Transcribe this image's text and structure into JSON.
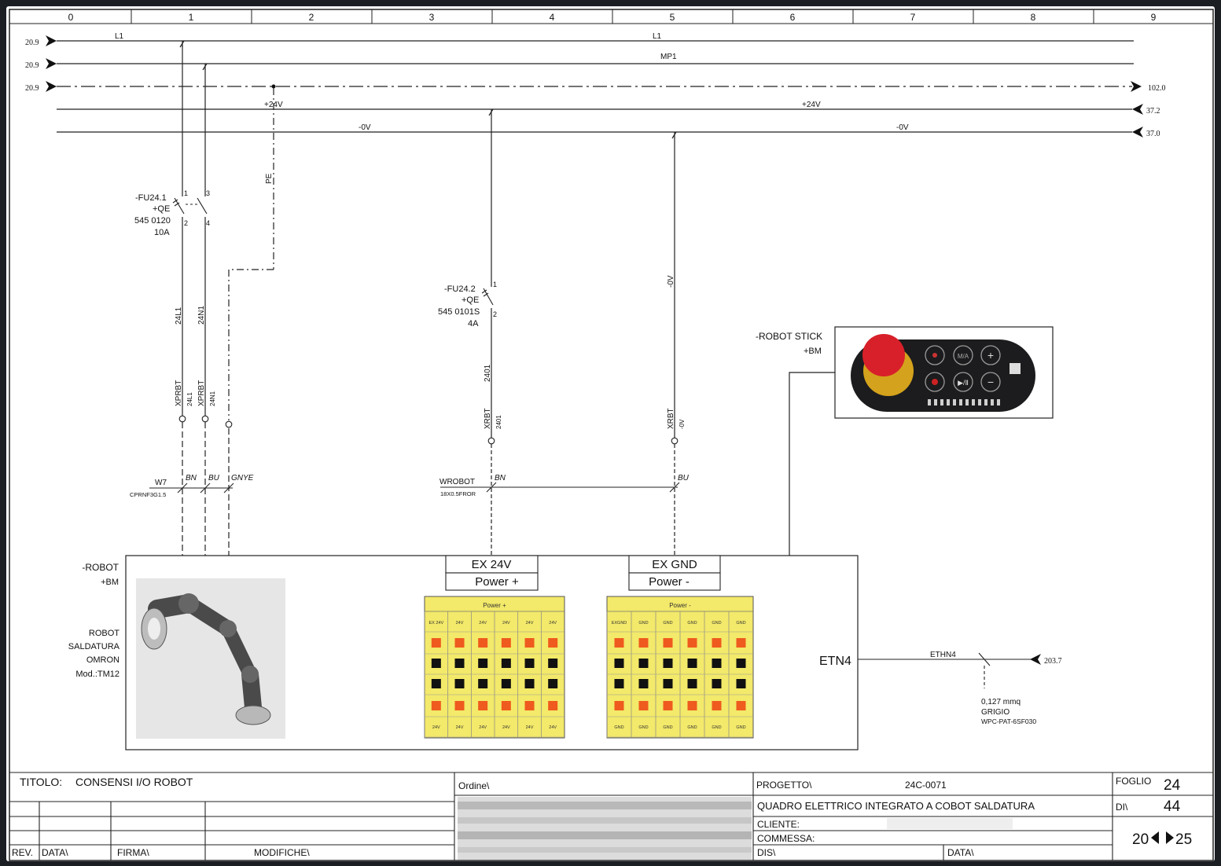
{
  "grid": {
    "columns": [
      "0",
      "1",
      "2",
      "3",
      "4",
      "5",
      "6",
      "7",
      "8",
      "9"
    ]
  },
  "busbars": {
    "left_refs": [
      "20.9",
      "20.9",
      "20.9"
    ],
    "right_refs": [
      "102.0",
      "37.2",
      "37.0"
    ],
    "l1_left": "L1",
    "l1_center": "L1",
    "mp1": "MP1",
    "p24_left": "+24V",
    "p24_right": "+24V",
    "gnd_left": "-0V",
    "gnd_right": "-0V",
    "pe": "PE"
  },
  "fu241": {
    "tag": "-FU24.1",
    "loc": "+QE",
    "code": "545 0120",
    "rating": "10A",
    "p1": "1",
    "p2": "2",
    "p3": "3",
    "p4": "4"
  },
  "fu242": {
    "tag": "-FU24.2",
    "loc": "+QE",
    "code": "545 0101S",
    "rating": "4A",
    "p1": "1",
    "p2": "2"
  },
  "wires": {
    "w_24l1": "24L1",
    "w_24n1": "24N1",
    "w_2401": "2401",
    "w_0v": "-0V"
  },
  "terminals": {
    "t1_name": "XPRBT",
    "t1_wire": "24L1",
    "t2_name": "XPRBT",
    "t2_wire": "24N1",
    "t3_name": "XRBT",
    "t3_wire": "2401",
    "t4_name": "XRBT",
    "t4_wire": "-0V"
  },
  "cables": {
    "w7": "W7",
    "w7_type": "CPRNF3G1.5",
    "bn": "BN",
    "bu": "BU",
    "gnye": "GNYE",
    "wrobot": "WROBOT",
    "wrobot_type": "18X0.5FROR",
    "bn2": "BN",
    "bu2": "BU"
  },
  "robot_stick": {
    "tag": "-ROBOT STICK",
    "loc": "+BM"
  },
  "robot": {
    "tag": "-ROBOT",
    "loc": "+BM",
    "desc1": "ROBOT",
    "desc2": "SALDATURA",
    "desc3": "OMRON",
    "model": "Mod.:TM12"
  },
  "ex24v": {
    "label": "EX 24V",
    "sub": "Power +",
    "panel_title": "Power +",
    "top_labels": [
      "EX 24V",
      "24V",
      "24V",
      "24V",
      "24V",
      "24V"
    ],
    "bottom_labels": [
      "24V",
      "24V",
      "24V",
      "24V",
      "24V",
      "24V"
    ]
  },
  "exgnd": {
    "label": "EX GND",
    "sub": "Power -",
    "panel_title": "Power -",
    "top_labels": [
      "EXGND",
      "GND",
      "GND",
      "GND",
      "GND",
      "GND"
    ],
    "bottom_labels": [
      "GND",
      "GND",
      "GND",
      "GND",
      "GND",
      "GND"
    ]
  },
  "etn": {
    "port": "ETN4",
    "cable": "ETHN4",
    "ref": "203.7",
    "section": "0,127 mmq",
    "color": "GRIGIO",
    "code": "WPC-PAT-6SF030"
  },
  "title_block": {
    "titolo_label": "TITOLO:",
    "titolo": "CONSENSI I/O ROBOT",
    "ordine": "Ordine\\",
    "progetto_label": "PROGETTO\\",
    "progetto": "24C-0071",
    "descr": "QUADRO ELETTRICO INTEGRATO A COBOT SALDATURA",
    "cliente": "CLIENTE:",
    "commessa": "COMMESSA:",
    "dis": "DIS\\",
    "data2": "DATA\\",
    "foglio_label": "FOGLIO",
    "foglio": "24",
    "di_label": "DI\\",
    "di": "44",
    "year_a": "20",
    "year_b": "25",
    "rev": "REV.",
    "data": "DATA\\",
    "firma": "FIRMA\\",
    "modifiche": "MODIFICHE\\"
  },
  "colors": {
    "bg": "#1b1f24",
    "paper": "#ffffff",
    "line": "#222222",
    "panel_yellow": "#f3e96a",
    "pin_orange": "#ef5a1e",
    "pin_black": "#111111",
    "estop_red": "#d8202a"
  }
}
